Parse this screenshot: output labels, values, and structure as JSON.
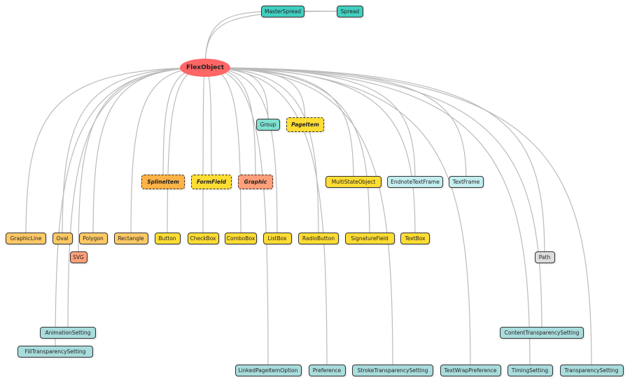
{
  "colors": {
    "root": "#ff6666",
    "teal": "#40cfc0",
    "group": "#7fe0cf",
    "pale_cyan": "#c4eef0",
    "setting": "#a9dcdc",
    "orange_light": "#ffc966",
    "yellow": "#ffdd33",
    "orange": "#ffb347",
    "salmon": "#ffa07a",
    "gray": "#dddddd",
    "edge": "#bbbbbb"
  },
  "nodes": [
    {
      "id": "FlexObject",
      "label": "FlexObject",
      "kind": "root",
      "color": "root"
    },
    {
      "id": "MasterSpread",
      "label": "MasterSpread",
      "color": "teal"
    },
    {
      "id": "Spread",
      "label": "Spread",
      "color": "teal"
    },
    {
      "id": "Group",
      "label": "Group",
      "color": "group"
    },
    {
      "id": "PageItem",
      "label": "PageItem",
      "kind": "abstract",
      "color": "yellow"
    },
    {
      "id": "SplineItem",
      "label": "SplineItem",
      "kind": "abstract",
      "color": "orange"
    },
    {
      "id": "FormField",
      "label": "FormField",
      "kind": "abstract",
      "color": "yellow"
    },
    {
      "id": "Graphic",
      "label": "Graphic",
      "kind": "abstract",
      "color": "salmon"
    },
    {
      "id": "MultiStateObject",
      "label": "MultiStateObject",
      "color": "yellow"
    },
    {
      "id": "EndnoteTextFrame",
      "label": "EndnoteTextFrame",
      "color": "pale_cyan"
    },
    {
      "id": "TextFrame",
      "label": "TextFrame",
      "color": "pale_cyan"
    },
    {
      "id": "GraphicLine",
      "label": "GraphicLine",
      "color": "orange_light"
    },
    {
      "id": "Oval",
      "label": "Oval",
      "color": "orange_light"
    },
    {
      "id": "Polygon",
      "label": "Polygon",
      "color": "orange_light"
    },
    {
      "id": "Rectangle",
      "label": "Rectangle",
      "color": "orange_light"
    },
    {
      "id": "Button",
      "label": "Button",
      "color": "yellow"
    },
    {
      "id": "CheckBox",
      "label": "CheckBox",
      "color": "yellow"
    },
    {
      "id": "ComboBox",
      "label": "ComboBox",
      "color": "yellow"
    },
    {
      "id": "ListBox",
      "label": "ListBox",
      "color": "yellow"
    },
    {
      "id": "RadioButton",
      "label": "RadioButton",
      "color": "yellow"
    },
    {
      "id": "SignatureField",
      "label": "SignatureField",
      "color": "yellow"
    },
    {
      "id": "TextBox",
      "label": "TextBox",
      "color": "yellow"
    },
    {
      "id": "SVG",
      "label": "SVG",
      "color": "salmon"
    },
    {
      "id": "Path",
      "label": "Path",
      "color": "gray"
    },
    {
      "id": "AnimationSetting",
      "label": "AnimationSetting",
      "color": "setting"
    },
    {
      "id": "FillTransparencySetting",
      "label": "FillTransparencySetting",
      "color": "setting"
    },
    {
      "id": "ContentTransparencySetting",
      "label": "ContentTransparencySetting",
      "color": "setting"
    },
    {
      "id": "LinkedPageItemOption",
      "label": "LinkedPageItemOption",
      "color": "setting"
    },
    {
      "id": "Preference",
      "label": "Preference",
      "color": "setting"
    },
    {
      "id": "StrokeTransparencySetting",
      "label": "StrokeTransparencySetting",
      "color": "setting"
    },
    {
      "id": "TextWrapPreference",
      "label": "TextWrapPreference",
      "color": "setting"
    },
    {
      "id": "TimingSetting",
      "label": "TimingSetting",
      "color": "setting"
    },
    {
      "id": "TransparencySetting",
      "label": "TransparencySetting",
      "color": "setting"
    }
  ],
  "edges": [
    [
      "FlexObject",
      "MasterSpread"
    ],
    [
      "FlexObject",
      "Spread"
    ],
    [
      "MasterSpread",
      "Spread"
    ],
    [
      "FlexObject",
      "Group"
    ],
    [
      "FlexObject",
      "PageItem"
    ],
    [
      "FlexObject",
      "SplineItem"
    ],
    [
      "FlexObject",
      "FormField"
    ],
    [
      "FlexObject",
      "Graphic"
    ],
    [
      "FlexObject",
      "MultiStateObject"
    ],
    [
      "FlexObject",
      "EndnoteTextFrame"
    ],
    [
      "FlexObject",
      "TextFrame"
    ],
    [
      "FlexObject",
      "GraphicLine"
    ],
    [
      "FlexObject",
      "Oval"
    ],
    [
      "FlexObject",
      "Polygon"
    ],
    [
      "FlexObject",
      "Rectangle"
    ],
    [
      "FlexObject",
      "Button"
    ],
    [
      "FlexObject",
      "CheckBox"
    ],
    [
      "FlexObject",
      "ComboBox"
    ],
    [
      "FlexObject",
      "ListBox"
    ],
    [
      "FlexObject",
      "RadioButton"
    ],
    [
      "FlexObject",
      "SignatureField"
    ],
    [
      "FlexObject",
      "TextBox"
    ],
    [
      "FlexObject",
      "SVG"
    ],
    [
      "FlexObject",
      "Path"
    ],
    [
      "FlexObject",
      "AnimationSetting"
    ],
    [
      "FlexObject",
      "FillTransparencySetting"
    ],
    [
      "FlexObject",
      "ContentTransparencySetting"
    ],
    [
      "FlexObject",
      "LinkedPageItemOption"
    ],
    [
      "FlexObject",
      "Preference"
    ],
    [
      "FlexObject",
      "StrokeTransparencySetting"
    ],
    [
      "FlexObject",
      "TextWrapPreference"
    ],
    [
      "FlexObject",
      "TimingSetting"
    ],
    [
      "FlexObject",
      "TransparencySetting"
    ]
  ]
}
